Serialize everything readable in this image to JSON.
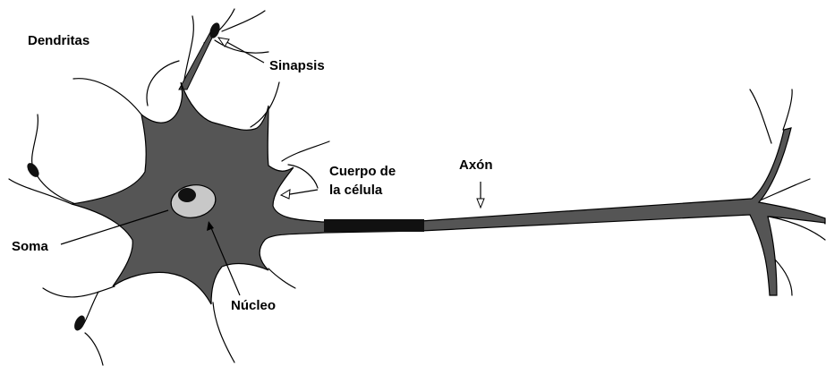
{
  "labels": {
    "dendritas": "Dendritas",
    "sinapsis": "Sinapsis",
    "cuerpo_line1": "Cuerpo de",
    "cuerpo_line2": "la célula",
    "axon": "Axón",
    "soma": "Soma",
    "nucleo": "Núcleo"
  },
  "colors": {
    "cell_fill": "#555555",
    "axon_dark": "#111111",
    "nucleus_fill": "#c8c8c8",
    "nucleolus_fill": "#111111",
    "outline": "#000000",
    "background": "#ffffff"
  }
}
